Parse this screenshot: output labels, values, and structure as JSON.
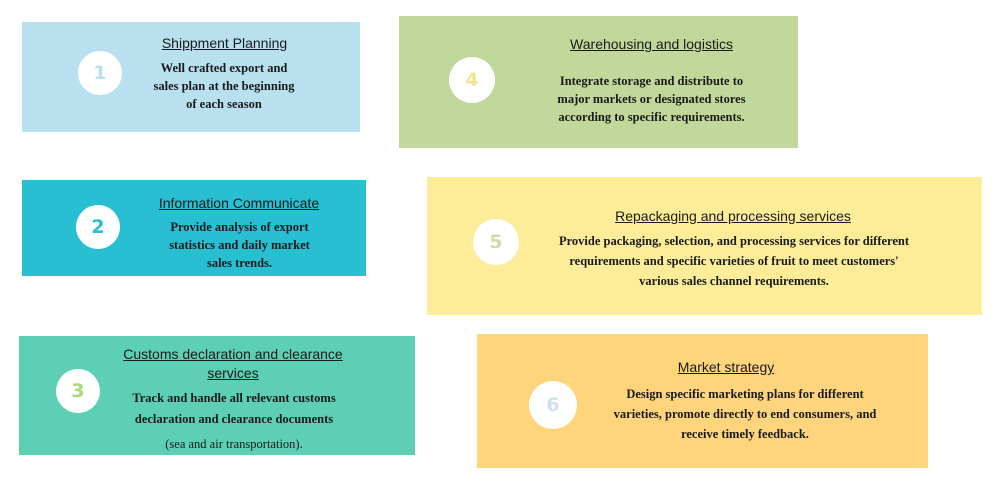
{
  "steps": [
    {
      "number": "1",
      "title": "Shippment Planning",
      "lines": [
        "Well crafted export and",
        "sales plan at the beginning",
        "of each season"
      ],
      "bg": "#b8e0ee",
      "number_color": "#b8e0ee"
    },
    {
      "number": "2",
      "title": "Information Communicate",
      "lines": [
        "Provide analysis of export",
        "statistics and daily market",
        "sales trends."
      ],
      "bg": "#29bfd3",
      "number_color": "#29bfd3"
    },
    {
      "number": "3",
      "title_lines": [
        "Customs declaration and clearance",
        "services"
      ],
      "lines": [
        "Track and handle all relevant customs",
        "declaration and clearance documents",
        "(sea and air transportation)."
      ],
      "bg": "#5ccfb4",
      "number_color": "#a6d97a"
    },
    {
      "number": "4",
      "title": "Warehousing and logistics",
      "lines": [
        "Integrate storage and distribute to",
        "major markets or designated stores",
        "according to specific requirements."
      ],
      "bg": "#c1d89a",
      "number_color": "#f7e58e"
    },
    {
      "number": "5",
      "title": "Repackaging and processing services",
      "lines": [
        "Provide packaging, selection, and processing services for different",
        "requirements and specific varieties of fruit to meet customers'",
        "various sales channel requirements."
      ],
      "bg": "#fded98",
      "number_color": "#d2dcaa"
    },
    {
      "number": "6",
      "title": "Market strategy",
      "lines": [
        "Design specific marketing plans for different",
        "varieties, promote directly to end consumers, and",
        "receive timely feedback."
      ],
      "bg": "#fed47c",
      "number_color": "#cfe0f0"
    }
  ]
}
